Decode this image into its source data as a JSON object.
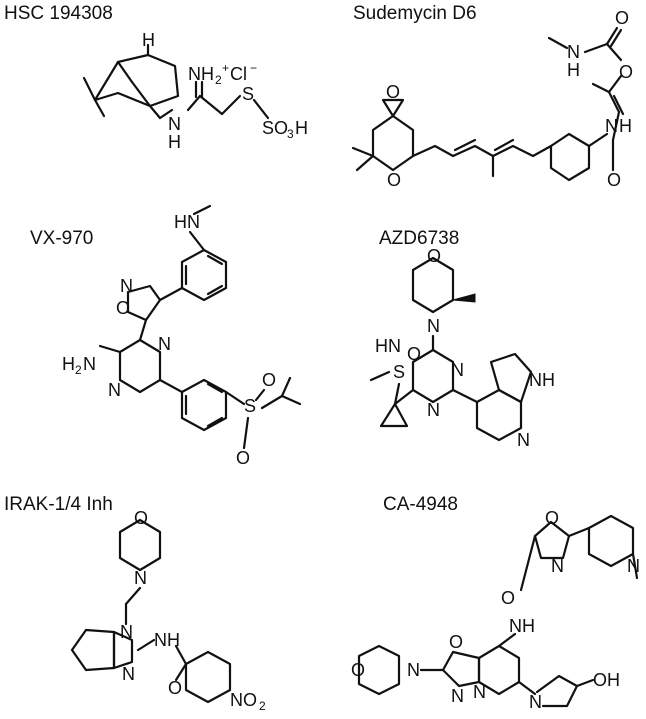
{
  "compounds": [
    {
      "name": "HSC 194308",
      "atoms": {
        "h_top": "H",
        "nh2": "NH",
        "nh2_sub": "2",
        "plus": "+",
        "cl": "Cl",
        "minus": "−",
        "nh": "N",
        "nh_h": "H",
        "s": "S",
        "so3h": "SO",
        "so3_sub": "3",
        "so3_h": "H"
      }
    },
    {
      "name": "Sudemycin D6",
      "atoms": {
        "o_epox": "O",
        "o_ring": "O",
        "nh_amide_n": "N",
        "nh_amide_h": "H",
        "o_carb_dbl": "O",
        "o_carbamate": "O",
        "nh_carb_n": "N",
        "nh_carb_h": "H",
        "o_ester": "O"
      }
    },
    {
      "name": "VX-970",
      "atoms": {
        "hn": "HN",
        "o_isox": "O",
        "n_isox": "N",
        "h2n": "H",
        "h2n_sub": "2",
        "h2n_n": "N",
        "n_pyr1": "N",
        "n_pyr2": "N",
        "s": "S",
        "o1": "O",
        "o2": "O"
      }
    },
    {
      "name": "AZD6738",
      "atoms": {
        "o_morph": "O",
        "n_morph": "N",
        "hn": "HN",
        "s": "S",
        "o_s": "O",
        "n_pyrim1": "N",
        "n_pyrim2": "N",
        "nh_pyrrole": "NH",
        "n_pyridine": "N"
      }
    },
    {
      "name": "IRAK-1/4 Inh",
      "atoms": {
        "o_morph": "O",
        "n_morph": "N",
        "n_imid1": "N",
        "n_imid2": "N",
        "nh": "NH",
        "o_amide": "O",
        "no2": "NO",
        "no2_sub": "2"
      }
    },
    {
      "name": "CA-4948",
      "atoms": {
        "o_ox": "O",
        "n_ox": "N",
        "o_amide": "O",
        "nh": "NH",
        "n_pyr": "N",
        "n_morph": "N",
        "o_morph": "O",
        "o_oxazole": "O",
        "n_oxazole": "N",
        "n_pyridine2": "N",
        "n_pyrrol": "N",
        "oh": "OH"
      }
    }
  ]
}
